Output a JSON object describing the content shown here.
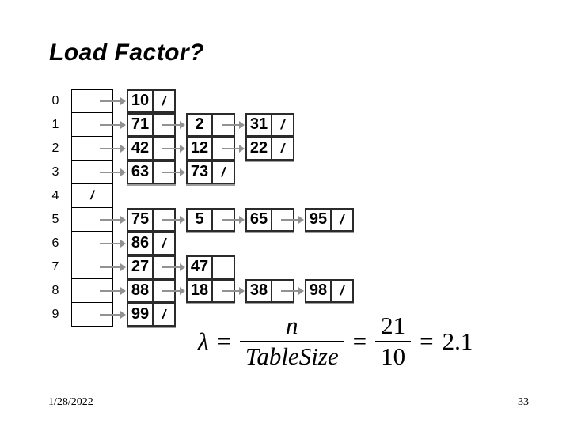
{
  "title": "Load Factor?",
  "colors": {
    "arrow": "#929292",
    "node_border": "#2b2b2b",
    "table_border": "#000000",
    "shadow": "#9c9c9c"
  },
  "hash_table": {
    "indices": [
      "0",
      "1",
      "2",
      "3",
      "4",
      "5",
      "6",
      "7",
      "8",
      "9"
    ],
    "null_marker": "/",
    "empty_bucket_rows": [
      4
    ],
    "chains": [
      {
        "index": "0",
        "nodes": [
          {
            "value": "10",
            "pointer": "null"
          }
        ]
      },
      {
        "index": "1",
        "nodes": [
          {
            "value": "71",
            "pointer": "arrow"
          },
          {
            "value": "2",
            "pointer": "arrow"
          },
          {
            "value": "31",
            "pointer": "null"
          }
        ]
      },
      {
        "index": "2",
        "nodes": [
          {
            "value": "42",
            "pointer": "arrow"
          },
          {
            "value": "12",
            "pointer": "arrow"
          },
          {
            "value": "22",
            "pointer": "null"
          }
        ]
      },
      {
        "index": "3",
        "nodes": [
          {
            "value": "63",
            "pointer": "arrow"
          },
          {
            "value": "73",
            "pointer": "null"
          }
        ]
      },
      {
        "index": "4",
        "nodes": []
      },
      {
        "index": "5",
        "nodes": [
          {
            "value": "75",
            "pointer": "arrow"
          },
          {
            "value": "5",
            "pointer": "arrow"
          },
          {
            "value": "65",
            "pointer": "arrow"
          },
          {
            "value": "95",
            "pointer": "null"
          }
        ]
      },
      {
        "index": "6",
        "nodes": [
          {
            "value": "86",
            "pointer": "null"
          }
        ]
      },
      {
        "index": "7",
        "nodes": [
          {
            "value": "27",
            "pointer": "arrow"
          },
          {
            "value": "47",
            "pointer": "blank"
          }
        ]
      },
      {
        "index": "8",
        "nodes": [
          {
            "value": "88",
            "pointer": "arrow"
          },
          {
            "value": "18",
            "pointer": "arrow"
          },
          {
            "value": "38",
            "pointer": "arrow"
          },
          {
            "value": "98",
            "pointer": "null"
          }
        ]
      },
      {
        "index": "9",
        "nodes": [
          {
            "value": "99",
            "pointer": "null"
          }
        ]
      }
    ]
  },
  "formula": {
    "lambda": "λ",
    "eq1": "=",
    "numerator": "n",
    "denominator": "TableSize",
    "eq2": "=",
    "frac2_num": "21",
    "frac2_den": "10",
    "eq3": "=",
    "result": "2.1"
  },
  "footer": {
    "date": "1/28/2022",
    "page": "33"
  }
}
